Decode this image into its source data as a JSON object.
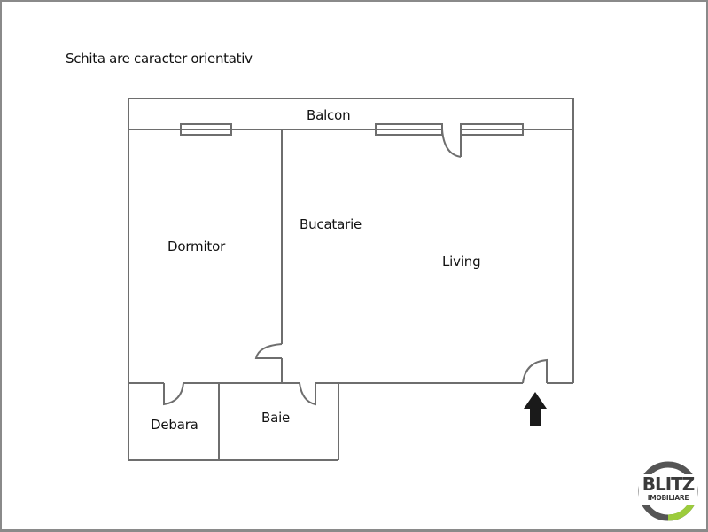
{
  "caption": "Schita are caracter orientativ",
  "rooms": {
    "balcon": "Balcon",
    "dormitor": "Dormitor",
    "bucatarie": "Bucatarie",
    "living": "Living",
    "debara": "Debara",
    "baie": "Baie"
  },
  "entrance": {
    "icon": "entrance-arrow-up-icon",
    "color": "#1a1a1a"
  },
  "logo": {
    "brand": "BLITZ",
    "sub": "IMOBILIARE",
    "ring_color": "#555555",
    "accent_color": "#9ccc3c"
  },
  "colors": {
    "wall": "#6e6e6e",
    "background": "#ffffff",
    "text": "#111111"
  }
}
